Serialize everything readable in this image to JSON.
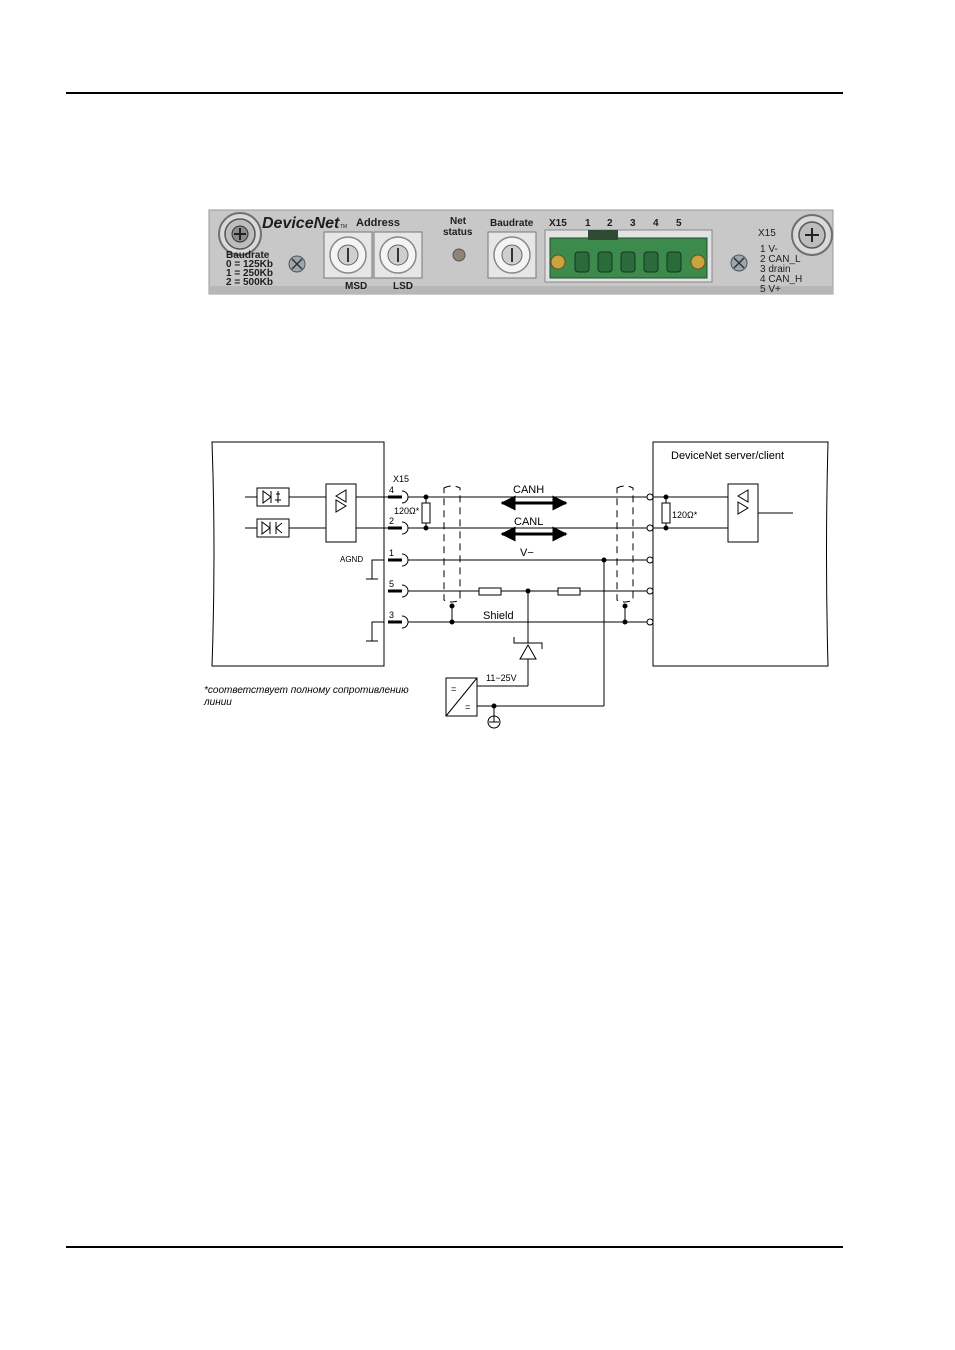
{
  "panel": {
    "brand": "DeviceNet",
    "brand_tm": "TM",
    "address_label": "Address",
    "msd_label": "MSD",
    "lsd_label": "LSD",
    "net_status_label_1": "Net",
    "net_status_label_2": "status",
    "baudrate_label": "Baudrate",
    "connector_label": "X15",
    "pin_numbers": [
      "1",
      "2",
      "3",
      "4",
      "5"
    ],
    "baudrate_legend": [
      "Baudrate",
      "0 = 125Kb",
      "1 = 250Kb",
      "2 = 500Kb"
    ],
    "pin_legend_title": "X15",
    "pin_legend": [
      "1 V-",
      "2 CAN_L",
      "3 drain",
      "4 CAN_H",
      "5 V+"
    ]
  },
  "diagram": {
    "connector_label": "X15",
    "pins": [
      "4",
      "2",
      "1",
      "5",
      "3"
    ],
    "agnd_label": "AGND",
    "resistor_left_label": "120Ω*",
    "resistor_right_label": "120Ω*",
    "canh_label": "CANH",
    "canl_label": "CANL",
    "vminus_label": "V−",
    "shield_label": "Shield",
    "supply_label": "11−25V",
    "server_label": "DeviceNet server/client",
    "converter_top": "=",
    "converter_bottom": "=",
    "footnote_line1": "*соответствует полному сопротивлению",
    "footnote_line2": "линии"
  }
}
